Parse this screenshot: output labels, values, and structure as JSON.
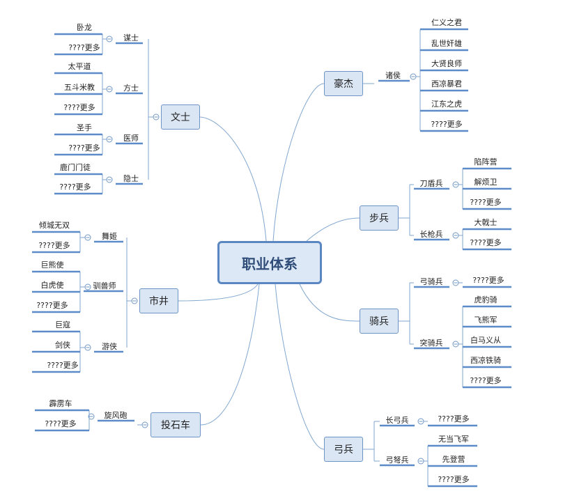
{
  "center": "职业体系",
  "branches": [
    {
      "label": "文士",
      "children": [
        {
          "label": "谋士",
          "items": [
            "卧龙",
            "????更多"
          ]
        },
        {
          "label": "方士",
          "items": [
            "太平道",
            "五斗米教",
            "????更多"
          ]
        },
        {
          "label": "医师",
          "items": [
            "圣手",
            "????更多"
          ]
        },
        {
          "label": "隐士",
          "items": [
            "鹿门门徒",
            "????更多"
          ]
        }
      ]
    },
    {
      "label": "市井",
      "children": [
        {
          "label": "舞姬",
          "items": [
            "倾城无双",
            "????更多"
          ]
        },
        {
          "label": "驯兽师",
          "items": [
            "巨熊使",
            "白虎使",
            "????更多"
          ]
        },
        {
          "label": "游侠",
          "items": [
            "巨寇",
            "剑侠",
            "????更多"
          ]
        }
      ]
    },
    {
      "label": "投石车",
      "children": [
        {
          "label": "旋风砲",
          "items": [
            "霹雳车",
            "????更多"
          ]
        }
      ]
    },
    {
      "label": "豪杰",
      "children": [
        {
          "label": "诸侯",
          "items": [
            "仁义之君",
            "乱世奸雄",
            "大贤良师",
            "西凉暴君",
            "江东之虎",
            "????更多"
          ]
        }
      ]
    },
    {
      "label": "步兵",
      "children": [
        {
          "label": "刀盾兵",
          "items": [
            "陷阵营",
            "解烦卫",
            "????更多"
          ]
        },
        {
          "label": "长枪兵",
          "items": [
            "大戟士",
            "????更多"
          ]
        }
      ]
    },
    {
      "label": "骑兵",
      "children": [
        {
          "label": "弓骑兵",
          "items": [
            "????更多"
          ]
        },
        {
          "label": "突骑兵",
          "items": [
            "虎豹骑",
            "飞熊军",
            "白马义从",
            "西凉铁骑",
            "????更多"
          ]
        }
      ]
    },
    {
      "label": "弓兵",
      "children": [
        {
          "label": "长弓兵",
          "items": [
            "????更多"
          ]
        },
        {
          "label": "弓弩兵",
          "items": [
            "无当飞军",
            "先登营",
            "????更多"
          ]
        }
      ]
    }
  ]
}
